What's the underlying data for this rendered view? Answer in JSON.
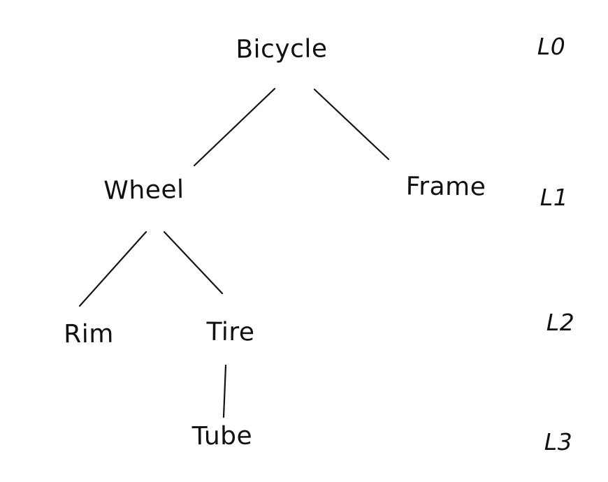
{
  "colors": {
    "background": "#ffffff",
    "ink": "#111111"
  },
  "diagram": {
    "type": "tree",
    "style": "hand-drawn",
    "nodes": {
      "bicycle": {
        "label": "Bicycle",
        "level": "L0"
      },
      "wheel": {
        "label": "Wheel",
        "level": "L1"
      },
      "frame": {
        "label": "Frame",
        "level": "L1"
      },
      "rim": {
        "label": "Rim",
        "level": "L2"
      },
      "tire": {
        "label": "Tire",
        "level": "L2"
      },
      "tube": {
        "label": "Tube",
        "level": "L3"
      }
    },
    "edges": [
      {
        "from": "Bicycle",
        "to": "Wheel"
      },
      {
        "from": "Bicycle",
        "to": "Frame"
      },
      {
        "from": "Wheel",
        "to": "Rim"
      },
      {
        "from": "Wheel",
        "to": "Tire"
      },
      {
        "from": "Tire",
        "to": "Tube"
      }
    ],
    "level_labels": {
      "l0": {
        "label": "L0"
      },
      "l1": {
        "label": "L1"
      },
      "l2": {
        "label": "L2"
      },
      "l3": {
        "label": "L3"
      }
    }
  }
}
